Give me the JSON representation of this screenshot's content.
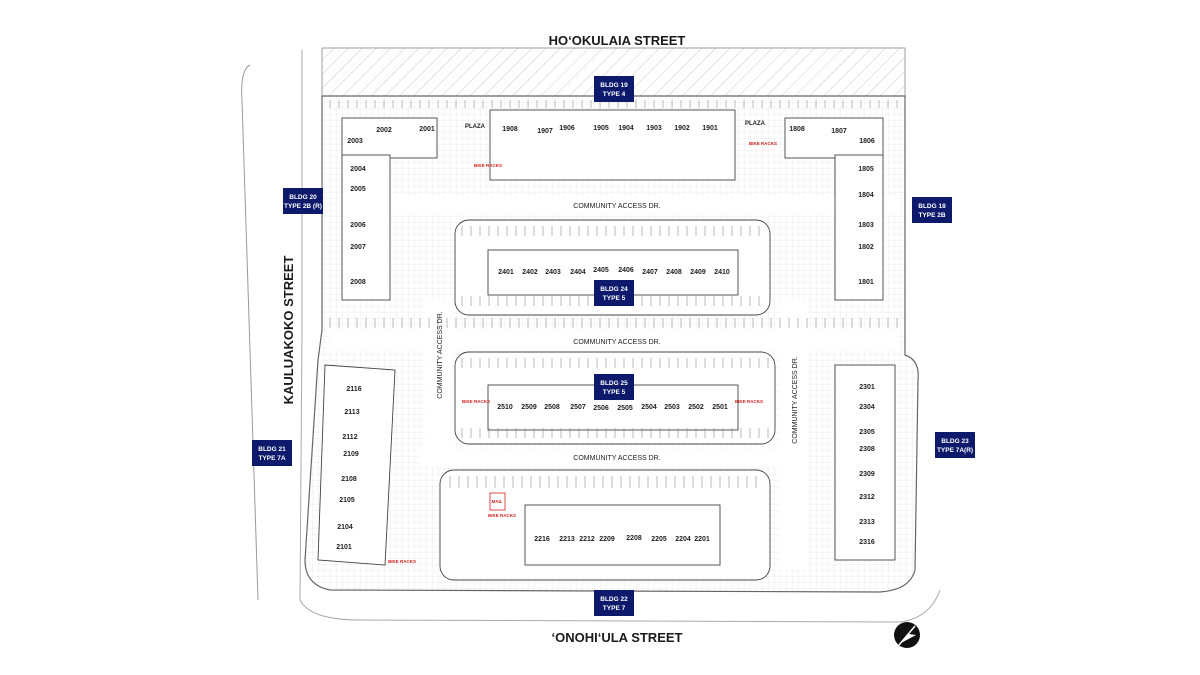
{
  "streets": {
    "north": "HO‘OKULAIA STREET",
    "south": "‘ONOHI‘ULA STREET",
    "west": "KAULUAKOKO STREET"
  },
  "drives": {
    "north": "COMMUNITY ACCESS DR.",
    "middle": "COMMUNITY ACCESS DR.",
    "south": "COMMUNITY ACCESS DR.",
    "west": "COMMUNITY ACCESS DR.",
    "east": "COMMUNITY ACCESS DR."
  },
  "plazas": [
    "PLAZA",
    "PLAZA"
  ],
  "bike_racks": "BIKE RACKS",
  "mail": "MAIL",
  "colors": {
    "building_label": "#0d1a6b",
    "bike_racks": "#d42020",
    "linework": "#555555"
  },
  "buildings": [
    {
      "id": "b19",
      "name": "BLDG 19",
      "type": "TYPE 4",
      "units": [
        "1908",
        "1907",
        "1906",
        "1905",
        "1904",
        "1903",
        "1902",
        "1901"
      ]
    },
    {
      "id": "b20",
      "name": "BLDG 20",
      "type": "TYPE 2B (R)",
      "units": [
        "2002",
        "2001",
        "2003",
        "2004",
        "2005",
        "2006",
        "2007",
        "2008"
      ]
    },
    {
      "id": "b18",
      "name": "BLDG 18",
      "type": "TYPE 2B",
      "units": [
        "1808",
        "1807",
        "1806",
        "1805",
        "1804",
        "1803",
        "1802",
        "1801"
      ]
    },
    {
      "id": "b24",
      "name": "BLDG 24",
      "type": "TYPE 5",
      "units": [
        "2401",
        "2402",
        "2403",
        "2404",
        "2405",
        "2406",
        "2407",
        "2408",
        "2409",
        "2410"
      ]
    },
    {
      "id": "b25",
      "name": "BLDG 25",
      "type": "TYPE 5",
      "units": [
        "2510",
        "2509",
        "2508",
        "2507",
        "2506",
        "2505",
        "2504",
        "2503",
        "2502",
        "2501"
      ]
    },
    {
      "id": "b21",
      "name": "BLDG 21",
      "type": "TYPE 7A",
      "units": [
        "2116",
        "2113",
        "2112",
        "2109",
        "2108",
        "2105",
        "2104",
        "2101"
      ]
    },
    {
      "id": "b22",
      "name": "BLDG 22",
      "type": "TYPE 7",
      "units": [
        "2216",
        "2213",
        "2212",
        "2209",
        "2208",
        "2205",
        "2204",
        "2201"
      ]
    },
    {
      "id": "b23",
      "name": "BLDG 23",
      "type": "TYPE 7A(R)",
      "units": [
        "2301",
        "2304",
        "2305",
        "2308",
        "2309",
        "2312",
        "2313",
        "2316"
      ]
    }
  ],
  "north_arrow": "north-arrow-icon"
}
